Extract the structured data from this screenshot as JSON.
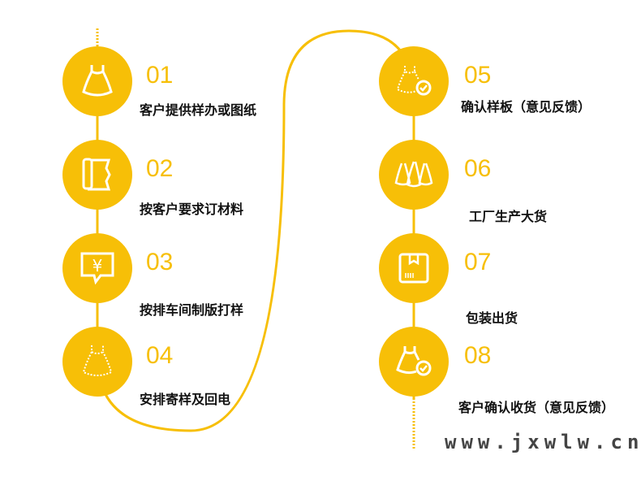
{
  "colors": {
    "accent": "#f7bf07"
  },
  "steps": [
    {
      "num": "01",
      "label": "客户提供样办或图纸",
      "icon": "dress-icon"
    },
    {
      "num": "02",
      "label": "按客户要求订材料",
      "icon": "fabric-roll-icon"
    },
    {
      "num": "03",
      "label": "按排车间制版打样",
      "icon": "yen-message-icon"
    },
    {
      "num": "04",
      "label": "安排寄样及回电",
      "icon": "dress-outline-icon"
    },
    {
      "num": "05",
      "label": "确认样板（意见反馈）",
      "icon": "dress-check-icon"
    },
    {
      "num": "06",
      "label": "工厂生产大货",
      "icon": "dresses-icon"
    },
    {
      "num": "07",
      "label": "包装出货",
      "icon": "box-icon"
    },
    {
      "num": "08",
      "label": "客户确认收货（意见反馈）",
      "icon": "dress-check-icon"
    }
  ],
  "watermark": "www.jxwlw.cn"
}
